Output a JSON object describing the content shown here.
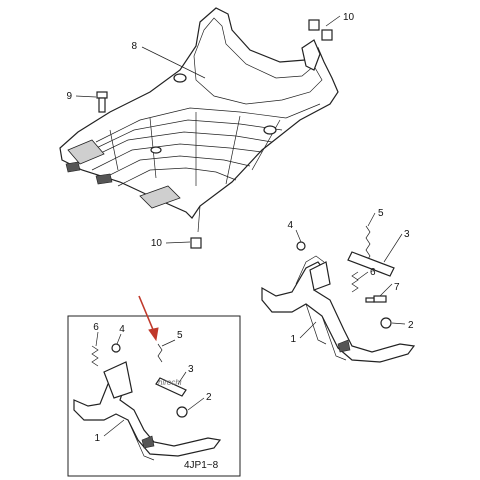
{
  "diagram": {
    "callouts": {
      "floorboard": "8",
      "bolt_top": "9",
      "nut_top_right": "10",
      "nut_bottom": "10",
      "spring_right": "4",
      "spring_right_tall": "5",
      "shaft_right": "3",
      "washer_right": "6",
      "bolt_right": "7",
      "clip_right": "2",
      "stand_right": "1",
      "inset_spring_a": "6",
      "inset_spring_b": "4",
      "inset_spring_c": "5",
      "inset_shaft": "3",
      "inset_clip": "2",
      "inset_stand": "1"
    },
    "inset_code": "4JP1~8",
    "watermark": "hirochi"
  },
  "colors": {
    "arrow": "#c0392b",
    "ink": "#222222",
    "shade": "#cfcfcf"
  }
}
